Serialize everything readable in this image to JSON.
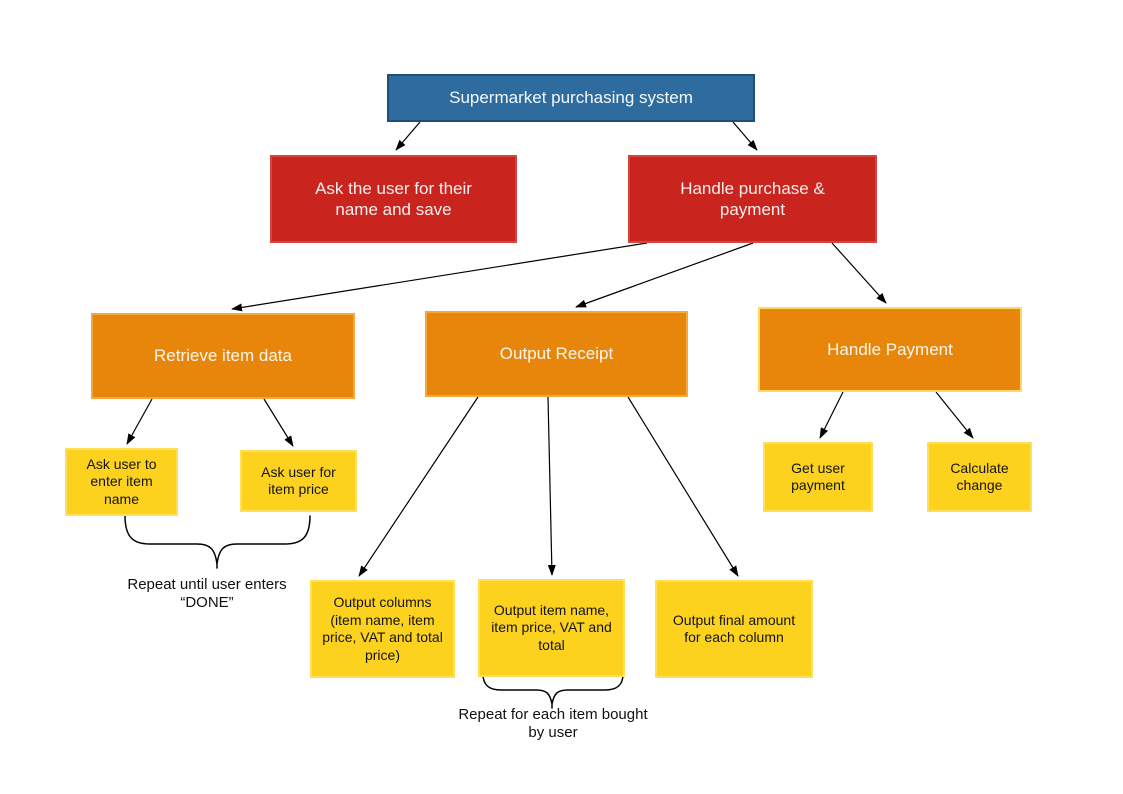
{
  "palette": {
    "level1_fill": "#2E6B9E",
    "level1_border": "#1F4E79",
    "level2_fill": "#C9241E",
    "level3_fill": "#E8860C",
    "level3_alt_border": "#FFD966",
    "level4_fill": "#FCD21F",
    "connector": "#000000",
    "background": "#FFFFFF",
    "text_on_dark": "#FFFFFF",
    "text_on_yellow": "#141414"
  },
  "nodes": {
    "root": {
      "label": "Supermarket purchasing system"
    },
    "ask_name": {
      "label": "Ask the user for their name and save"
    },
    "handle_purchase": {
      "label": "Handle purchase & payment"
    },
    "retrieve_item_data": {
      "label": "Retrieve item data"
    },
    "output_receipt": {
      "label": "Output Receipt"
    },
    "handle_payment": {
      "label": "Handle Payment"
    },
    "ask_item_name": {
      "label": "Ask user to enter item name"
    },
    "ask_item_price": {
      "label": "Ask user for item price"
    },
    "output_columns": {
      "label": "Output columns (item name, item price, VAT and total price)"
    },
    "output_item_details": {
      "label": "Output item name, item price, VAT and total"
    },
    "output_final_amount": {
      "label": "Output final amount for each column"
    },
    "get_user_payment": {
      "label": "Get user payment"
    },
    "calculate_change": {
      "label": "Calculate change"
    }
  },
  "annotations": {
    "repeat_done": "Repeat until user enters “DONE”",
    "repeat_items": "Repeat for each item bought by user"
  }
}
